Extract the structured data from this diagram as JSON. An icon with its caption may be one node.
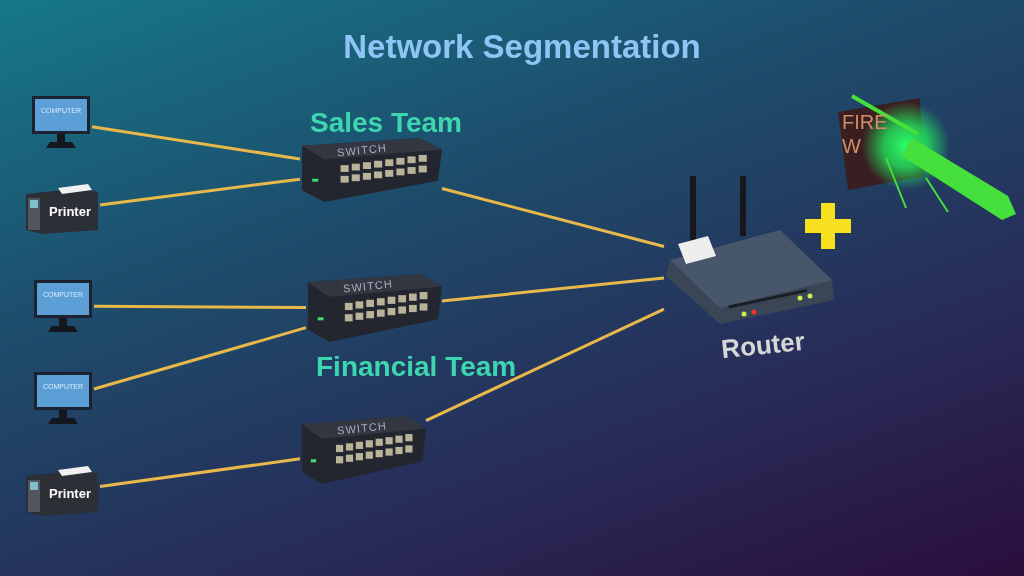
{
  "diagram": {
    "title": "Network Segmentation",
    "nodes": [
      {
        "text": [
          "COMPUTER"
        ]
      },
      {
        "text": [
          "Printer"
        ]
      },
      {
        "text": [
          "COMPUTER"
        ]
      },
      {
        "text": [
          "COMPUTER"
        ]
      },
      {
        "text": [
          "Printer"
        ]
      },
      {
        "text": [
          "SWITCH"
        ],
        "beside": [
          "Sales Team"
        ]
      },
      {
        "text": [
          "SWITCH"
        ],
        "beside": [
          "Financial Team"
        ]
      },
      {
        "text": [
          "SWITCH"
        ]
      },
      {
        "text": [
          "Router"
        ]
      },
      {
        "text": [
          "FIRE W"
        ]
      }
    ],
    "edges": [
      {
        "from": 0,
        "to": 5,
        "arrow": "none"
      },
      {
        "from": 1,
        "to": 5,
        "arrow": "none"
      },
      {
        "from": 2,
        "to": 6,
        "arrow": "none"
      },
      {
        "from": 3,
        "to": 6,
        "arrow": "none"
      },
      {
        "from": 4,
        "to": 7,
        "arrow": "none"
      },
      {
        "from": 5,
        "to": 8,
        "arrow": "none"
      },
      {
        "from": 6,
        "to": 8,
        "arrow": "none"
      },
      {
        "from": 7,
        "to": 8,
        "arrow": "none"
      }
    ]
  }
}
